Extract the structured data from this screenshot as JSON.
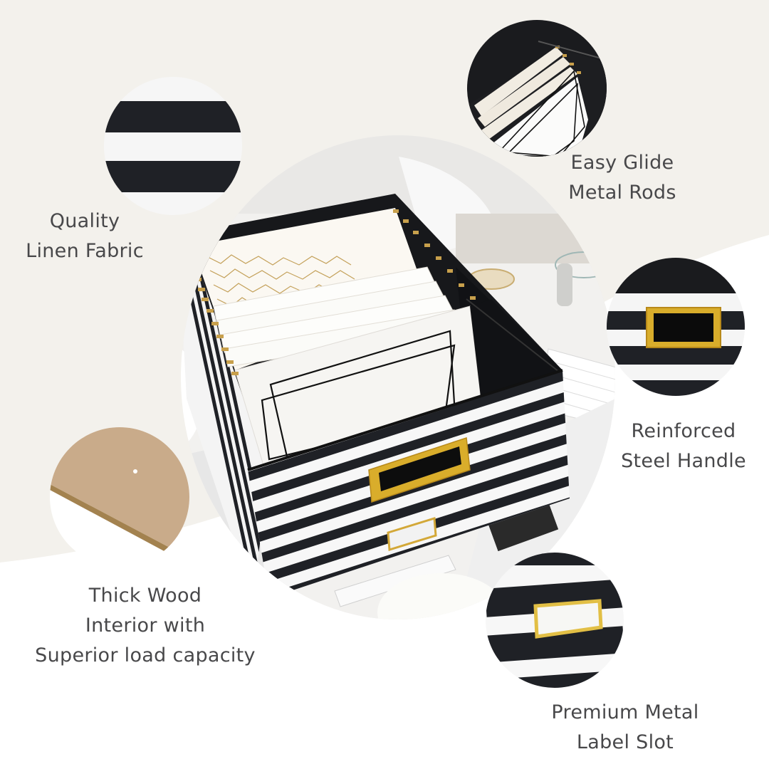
{
  "page": {
    "type": "product-feature-infographic",
    "product": "striped file storage box with hanging folders"
  },
  "colors": {
    "background_cream": "#f3f1ec",
    "background_white": "#ffffff",
    "text": "#48484a",
    "stripe_black": "#1f2126",
    "stripe_white": "#f7f7f7",
    "gold": "#d4a52a",
    "wood": "#c9ab8a"
  },
  "features": [
    {
      "id": "fabric",
      "line1": "Quality",
      "line2": "Linen Fabric",
      "line3": null,
      "icon": "striped-fabric-closeup"
    },
    {
      "id": "rods",
      "line1": "Easy Glide",
      "line2": "Metal Rods",
      "line3": null,
      "icon": "hanging-folders-closeup"
    },
    {
      "id": "handle",
      "line1": "Reinforced",
      "line2": "Steel Handle",
      "line3": null,
      "icon": "gold-handle-closeup"
    },
    {
      "id": "wood",
      "line1": "Thick Wood",
      "line2": "Interior with",
      "line3": "Superior load capacity",
      "icon": "wood-board-closeup"
    },
    {
      "id": "label",
      "line1": "Premium Metal",
      "line2": "Label Slot",
      "line3": null,
      "icon": "label-slot-closeup"
    }
  ]
}
